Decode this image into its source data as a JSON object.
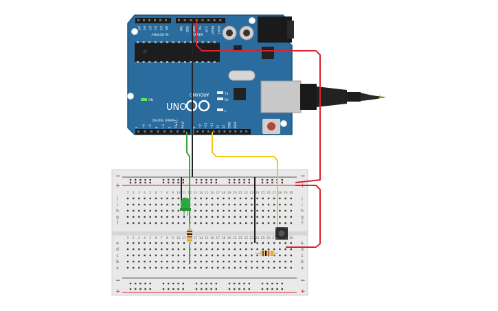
{
  "arduino": {
    "brand": "ARDUINO",
    "model": "UNO",
    "on_label": "ON",
    "analog_in_label": "ANALOG IN",
    "analog_pins": [
      "A5",
      "A4",
      "A3",
      "A2",
      "A1",
      "A0"
    ],
    "power_label": "POWER",
    "power_pins": [
      "VIN",
      "GND",
      "GND",
      "5V",
      "3.3V",
      "RESET",
      "IOREF"
    ],
    "digital_label": "DIGITAL (PWM~)",
    "digital_pins_top": [
      "AREF",
      "GND",
      "13",
      "12",
      "~11",
      "~10",
      "~9",
      "8"
    ],
    "digital_pins_bottom": [
      "7",
      "~6",
      "~5",
      "4",
      "~3",
      "2",
      "TX▸1",
      "RX◂0"
    ],
    "tx_label": "TX",
    "rx_label": "RX",
    "l_label": "L"
  },
  "breadboard": {
    "rail_minus": "−",
    "rail_plus": "+",
    "row_letters_top": [
      "j",
      "i",
      "h",
      "g",
      "f"
    ],
    "row_letters_bottom": [
      "e",
      "d",
      "c",
      "b",
      "a"
    ],
    "column_numbers": [
      "1",
      "2",
      "3",
      "4",
      "5",
      "6",
      "7",
      "8",
      "9",
      "10",
      "11",
      "12",
      "13",
      "14",
      "15",
      "16",
      "17",
      "18",
      "19",
      "20",
      "21",
      "22",
      "23",
      "24",
      "25",
      "26",
      "27",
      "28",
      "29",
      "30"
    ]
  },
  "colors": {
    "board_blue": "#2b6c9e",
    "board_edge": "#1e5178",
    "header_black": "#1b1b1b",
    "wire_red": "#d9232e",
    "wire_black": "#222222",
    "wire_green": "#3aa63a",
    "wire_yellow": "#f2c418",
    "led_green": "#2fa640",
    "breadboard": "#e9e9e9",
    "hole": "#3c3c3c",
    "usb_silver": "#c8c8c8",
    "jack_black": "#1a1a1a"
  }
}
